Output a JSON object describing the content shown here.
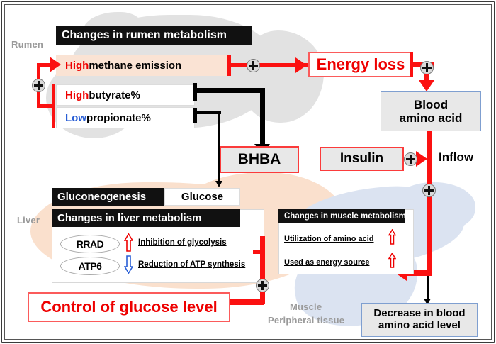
{
  "figure": {
    "regions": {
      "rumen": "Rumen",
      "liver": "Liver",
      "muscle_line1": "Muscle",
      "muscle_line2": "Peripheral tissue"
    },
    "colors": {
      "red": "#ee0000",
      "blue": "#2a5fd6",
      "arrow_red": "#fb1111",
      "black": "#000000",
      "rumen_silhouette": "#e2e2e2",
      "liver_silhouette": "#fae0cd",
      "muscle_silhouette": "#dbe3f1",
      "peach_row": "#fae3d4",
      "gray_box": "#e8e8e8",
      "box_border_red": "#fb3b3b",
      "box_border_blue": "#7f9fd0"
    }
  },
  "rumen_panel": {
    "header": "Changes in rumen metabolism",
    "rows": [
      {
        "emphasis": "High",
        "emphasis_color": "red",
        "rest": " methane emission"
      },
      {
        "emphasis": "High",
        "emphasis_color": "red",
        "rest": " butyrate%"
      },
      {
        "emphasis": "Low",
        "emphasis_color": "blue",
        "rest": " propionate%"
      }
    ]
  },
  "nodes": {
    "energy_loss": "Energy loss",
    "blood_amino_acid_l1": "Blood",
    "blood_amino_acid_l2": "amino acid",
    "bhba": "BHBA",
    "insulin": "Insulin",
    "inflow": "Inflow",
    "gluconeogenesis": "Gluconeogenesis",
    "glucose": "Glucose",
    "control_of_glucose": "Control of glucose level",
    "decrease_blood_aa_l1": "Decrease in blood",
    "decrease_blood_aa_l2": "amino acid level"
  },
  "liver_panel": {
    "header": "Changes in liver metabolism",
    "genes": [
      {
        "name": "RRAD",
        "direction": "up",
        "direction_color": "red",
        "effect": "Inhibition of glycolysis"
      },
      {
        "name": "ATP6",
        "direction": "down",
        "direction_color": "blue",
        "effect": "Reduction of ATP synthesis"
      }
    ]
  },
  "muscle_panel": {
    "header": "Changes in muscle metabolism",
    "rows": [
      {
        "text": "Utilization of amino acid",
        "direction": "up",
        "direction_color": "red"
      },
      {
        "text": "Used as energy source",
        "direction": "up",
        "direction_color": "red"
      }
    ]
  },
  "edges": {
    "plus_count": 6,
    "plus_label": "+"
  }
}
